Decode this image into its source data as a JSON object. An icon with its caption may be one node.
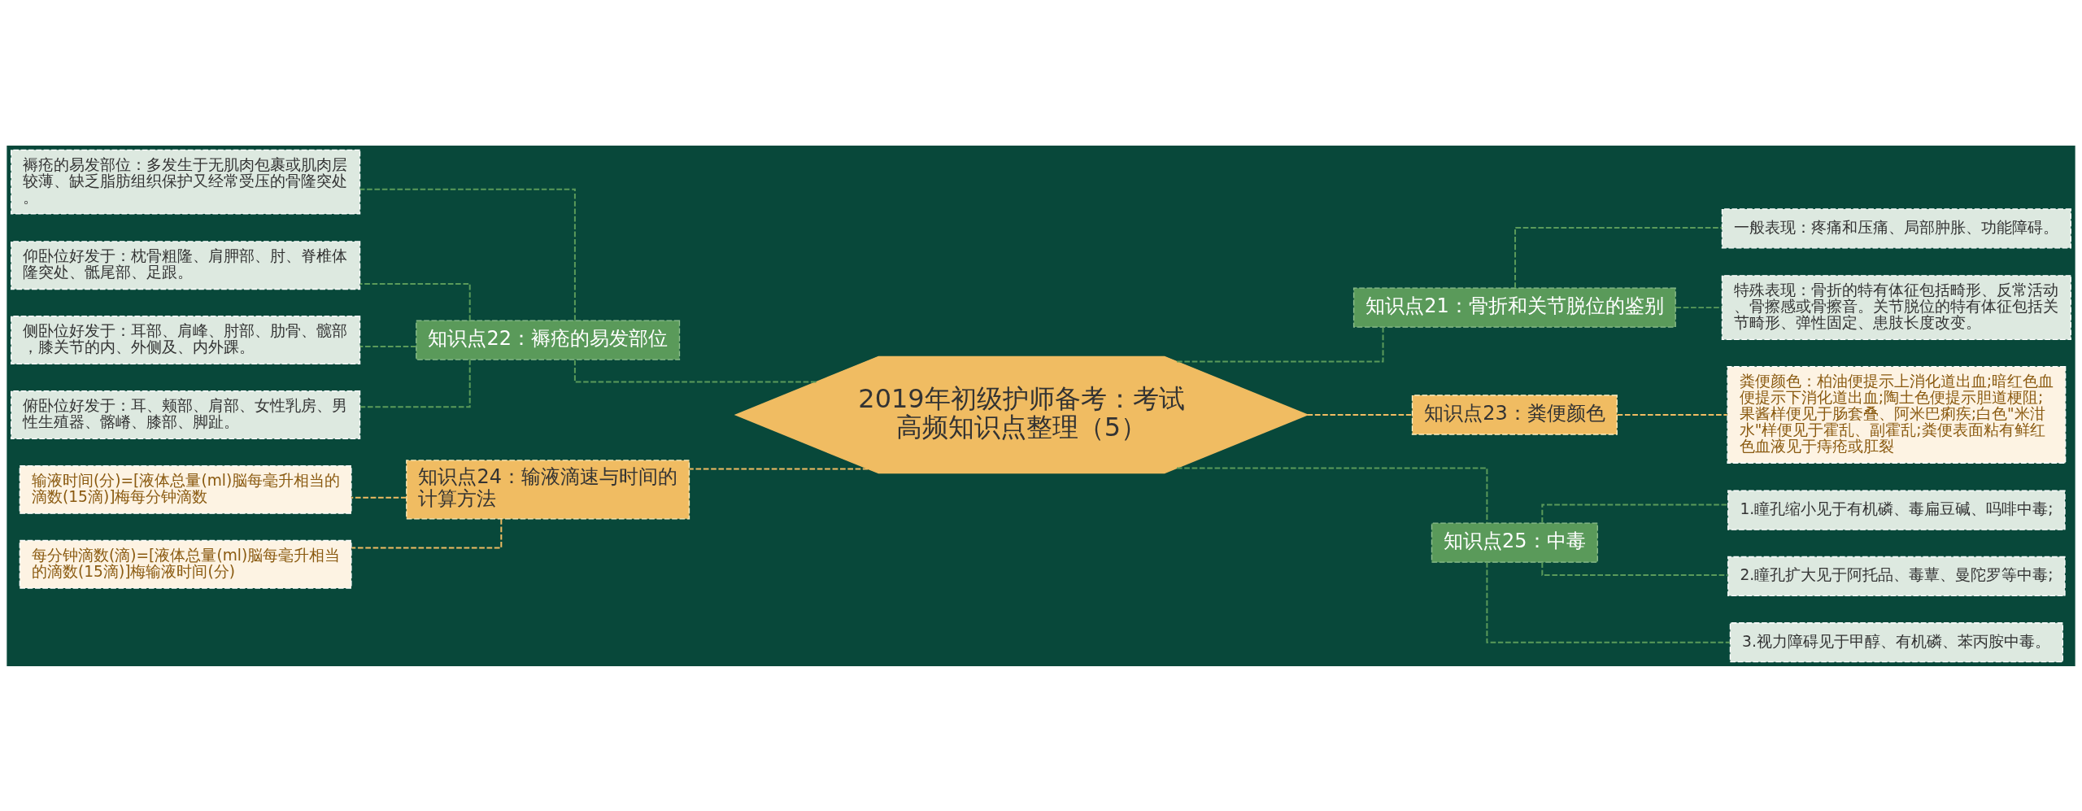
{
  "diagram": {
    "nodes": [
      {
        "text": [
          "2019年初级护师备考：考试高频知识点整理（5）"
        ]
      },
      {
        "text": [
          "知识点22：褥疮的易发部位"
        ]
      },
      {
        "text": [
          "褥疮的易发部位：多发生于无肌肉包裹或肌肉层较薄、缺乏脂肪组织保护又经常受压的骨隆突处。"
        ]
      },
      {
        "text": [
          "仰卧位好发于：枕骨粗隆、肩胛部、肘、脊椎体隆突处、骶尾部、足跟。"
        ]
      },
      {
        "text": [
          "侧卧位好发于：耳部、肩峰、肘部、肋骨、髋部，膝关节的内、外侧及、内外踝。"
        ]
      },
      {
        "text": [
          "俯卧位好发于：耳、颊部、肩部、女性乳房、男性生殖器、髂嵴、膝部、脚趾。"
        ]
      },
      {
        "text": [
          "知识点24：输液滴速与时间的计算方法"
        ]
      },
      {
        "text": [
          "输液时间(分)=[液体总量(ml)脳每毫升相当的滴数(15滴)]梅每分钟滴数"
        ]
      },
      {
        "text": [
          "每分钟滴数(滴)=[液体总量(ml)脳每毫升相当的滴数(15滴)]梅输液时间(分)"
        ]
      },
      {
        "text": [
          "知识点21：骨折和关节脱位的鉴别"
        ]
      },
      {
        "text": [
          "一般表现：疼痛和压痛、局部肿胀、功能障碍。"
        ]
      },
      {
        "text": [
          "特殊表现：骨折的特有体征包括畸形、反常活动、骨擦感或骨擦音。关节脱位的特有体征包括关节畸形、弹性固定、患肢长度改变。"
        ]
      },
      {
        "text": [
          "知识点23：粪便颜色"
        ]
      },
      {
        "text": [
          "粪便颜色：柏油便提示上消化道出血;暗红色血便提示下消化道出血;陶土色便提示胆道梗阻;果酱样便见于肠套叠、阿米巴痢疾;白色\"米泔水\"样便见于霍乱、副霍乱;粪便表面粘有鲜红色血液见于痔疮或肛裂"
        ]
      },
      {
        "text": [
          "知识点25：中毒"
        ]
      },
      {
        "text": [
          "1.瞳孔缩小见于有机磷、毒扁豆碱、吗啡中毒;"
        ]
      },
      {
        "text": [
          "2.瞳孔扩大见于阿托品、毒蕈、曼陀罗等中毒;"
        ]
      },
      {
        "text": [
          "3.视力障碍见于甲醇、有机磷、苯丙胺中毒。"
        ]
      }
    ],
    "edges": [
      {
        "from": 0,
        "to": 1,
        "arrow": "none",
        "style": "dashed"
      },
      {
        "from": 1,
        "to": 2,
        "arrow": "none",
        "style": "dashed"
      },
      {
        "from": 1,
        "to": 3,
        "arrow": "none",
        "style": "dashed"
      },
      {
        "from": 1,
        "to": 4,
        "arrow": "none",
        "style": "dashed"
      },
      {
        "from": 1,
        "to": 5,
        "arrow": "none",
        "style": "dashed"
      },
      {
        "from": 0,
        "to": 6,
        "arrow": "none",
        "style": "dashed",
        "color": "#f0bc62"
      },
      {
        "from": 6,
        "to": 7,
        "arrow": "none",
        "style": "dashed",
        "color": "#f0bc62"
      },
      {
        "from": 6,
        "to": 8,
        "arrow": "none",
        "style": "dashed",
        "color": "#f0bc62"
      },
      {
        "from": 0,
        "to": 9,
        "arrow": "none",
        "style": "dashed"
      },
      {
        "from": 9,
        "to": 10,
        "arrow": "none",
        "style": "dashed"
      },
      {
        "from": 9,
        "to": 11,
        "arrow": "none",
        "style": "dashed"
      },
      {
        "from": 0,
        "to": 12,
        "arrow": "none",
        "style": "dashed",
        "color": "#f0bc62"
      },
      {
        "from": 12,
        "to": 13,
        "arrow": "none",
        "style": "dashed",
        "color": "#f0bc62"
      },
      {
        "from": 0,
        "to": 14,
        "arrow": "none",
        "style": "dashed"
      },
      {
        "from": 14,
        "to": 15,
        "arrow": "none",
        "style": "dashed"
      },
      {
        "from": 14,
        "to": 16,
        "arrow": "none",
        "style": "dashed"
      },
      {
        "from": 14,
        "to": 17,
        "arrow": "none",
        "style": "dashed"
      }
    ]
  }
}
